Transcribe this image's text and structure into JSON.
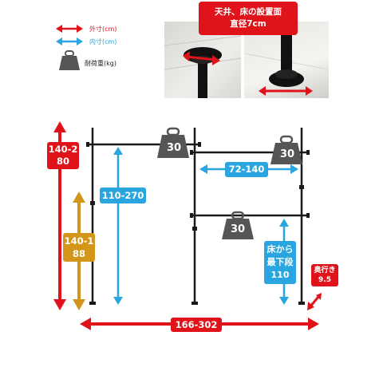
{
  "legend": {
    "outer": "外寸(cm)",
    "inner": "内寸(cm)",
    "load": "耐荷重(kg)"
  },
  "callout": {
    "line1": "天井、床の設置面",
    "line2": "直径7cm"
  },
  "dimensions": {
    "total_height": "140-280",
    "lower_height": "140-188",
    "hang_height": "110-270",
    "inner_width": "72-140",
    "total_width": "166-302",
    "floor_to_shelf_line1": "床から",
    "floor_to_shelf_line2": "最下段",
    "floor_to_shelf_value": "110",
    "depth_line1": "奥行き",
    "depth_value": "9.5"
  },
  "loads": {
    "left_bar": "30",
    "right_top_bar": "30",
    "right_lower_bar": "30"
  },
  "colors": {
    "outer": "#e0131b",
    "inner": "#29a6df",
    "gold": "#d4961a",
    "weight": "#555555",
    "pole": "#1a1a1a"
  }
}
